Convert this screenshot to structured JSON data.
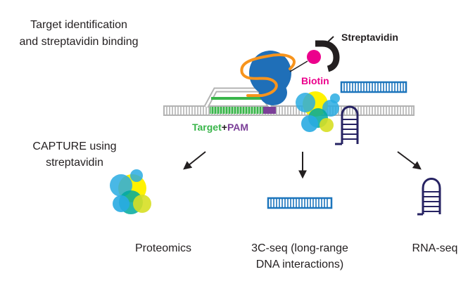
{
  "title": {
    "line1": "Target identification",
    "line2": "and streptavidin binding"
  },
  "labels": {
    "streptavidin": "Streptavidin",
    "biotin": "Biotin",
    "target": "Target",
    "plus": "+",
    "pam": "PAM",
    "capture_line1": "CAPTURE using",
    "capture_line2": "streptavidin",
    "proteomics": "Proteomics",
    "threec_line1": "3C-seq (long-range",
    "threec_line2": "DNA interactions)",
    "rnaseq": "RNA-seq"
  },
  "colors": {
    "text": "#231f20",
    "dna_gray": "#b3b3b3",
    "target_green": "#39b54a",
    "pam_purple": "#7b3f98",
    "cas9_blue": "#1f6fb8",
    "guide_orange": "#f7941d",
    "biotin_magenta": "#ec008c",
    "protein_cyan": "#29abe2",
    "protein_yellow": "#fff200",
    "protein_teal": "#00a99d",
    "dna_blue": "#1c75bc",
    "rna_navy": "#262262"
  },
  "icons": [
    "streptavidin-holder-icon",
    "arrow-icon",
    "protein-complex-icon",
    "dna-ladder-icon",
    "rna-hairpin-icon"
  ]
}
